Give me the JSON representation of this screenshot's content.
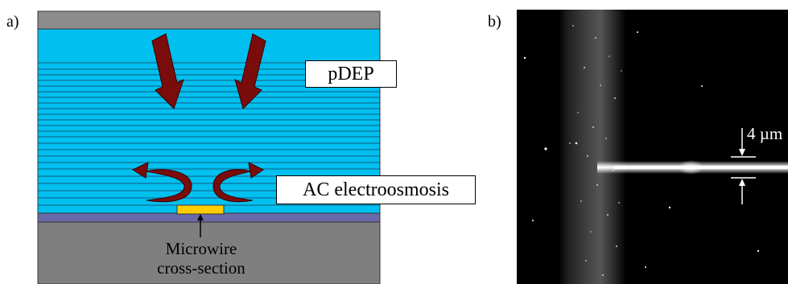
{
  "panel_a": {
    "label": "a)",
    "pdep_label": "pDEP",
    "ac_label": "AC electroosmosis",
    "microwire_line1": "Microwire",
    "microwire_line2": "cross-section",
    "colors": {
      "top_wall": "#8c8c8c",
      "channel": "#00c0f0",
      "flow_lines": "#1b3a5a",
      "substrate": "#7f7f7f",
      "insulator": "#6a6aa8",
      "microwire": "#ffcc00",
      "arrow": "#7a0c0c"
    }
  },
  "panel_b": {
    "label": "b)",
    "scale_label": "4 µm",
    "colors": {
      "background": "#000000",
      "signal": "#ffffff"
    }
  }
}
